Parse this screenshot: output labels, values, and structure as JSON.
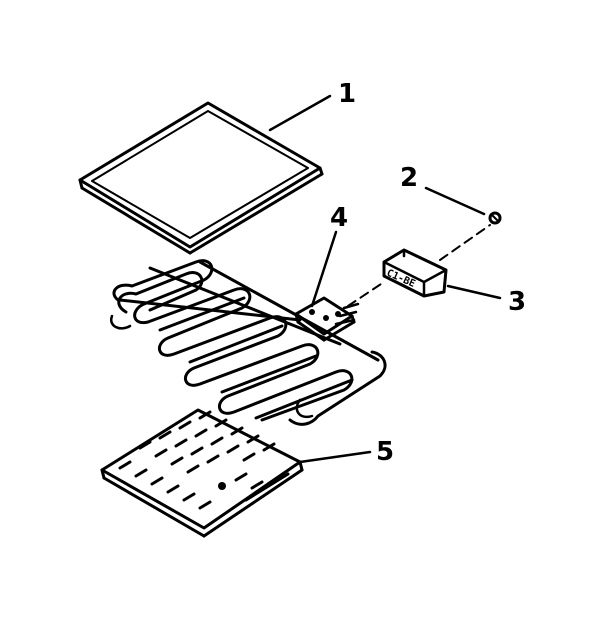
{
  "callouts": [
    {
      "id": "1",
      "label": "1"
    },
    {
      "id": "2",
      "label": "2"
    },
    {
      "id": "3",
      "label": "3"
    },
    {
      "id": "4",
      "label": "4"
    },
    {
      "id": "5",
      "label": "5"
    }
  ],
  "parts": {
    "terminal_block_marking": "C1-BE"
  }
}
